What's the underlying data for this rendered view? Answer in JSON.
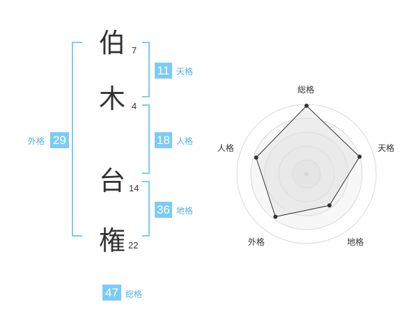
{
  "name_chars": [
    {
      "char": "伯",
      "strokes": "7"
    },
    {
      "char": "木",
      "strokes": "4"
    },
    {
      "char": "台",
      "strokes": "14"
    },
    {
      "char": "権",
      "strokes": "22"
    }
  ],
  "fortunes": {
    "tenkaku": {
      "value": "11",
      "label": "天格"
    },
    "jinkaku": {
      "value": "18",
      "label": "人格"
    },
    "chikaku": {
      "value": "36",
      "label": "地格"
    },
    "gaikaku": {
      "value": "29",
      "label": "外格"
    },
    "soukaku": {
      "value": "47",
      "label": "総格"
    }
  },
  "colors": {
    "accent": "#7ccbf5",
    "accent_text": "#52b4ec",
    "text": "#333333"
  },
  "chart_data": {
    "type": "radar",
    "axes": [
      "総格",
      "天格",
      "地格",
      "外格",
      "人格"
    ],
    "values": [
      0.98,
      0.8,
      0.56,
      0.76,
      0.76
    ],
    "max": 1,
    "grid": true
  }
}
